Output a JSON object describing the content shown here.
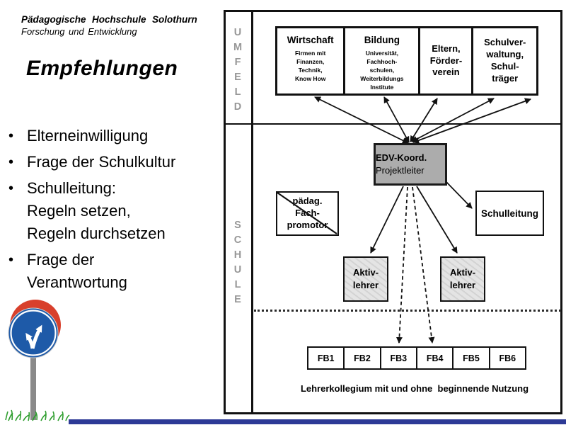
{
  "slide": {
    "institution": {
      "line1": "Pädagogische Hochschule Solothurn",
      "line2": "Forschung und Entwicklung"
    },
    "title": "Empfehlungen",
    "bullets": [
      {
        "lines": [
          "Elterneinwilligung"
        ]
      },
      {
        "lines": [
          "Frage der Schulkultur"
        ]
      },
      {
        "lines": [
          "Schulleitung:",
          "Regeln setzen,",
          "Regeln durchsetzen"
        ]
      },
      {
        "lines": [
          "Frage der",
          "Verantwortung"
        ]
      }
    ]
  },
  "diagram": {
    "zone_labels": {
      "umfeld": [
        "U",
        "M",
        "F",
        "E",
        "L",
        "D"
      ],
      "schule": [
        "S",
        "C",
        "H",
        "U",
        "L",
        "E"
      ]
    },
    "top_boxes": [
      {
        "title": "Wirtschaft",
        "lines": [
          "Firmen mit",
          "Finanzen,",
          "Technik,",
          "Know How"
        ]
      },
      {
        "title": "Bildung",
        "lines": [
          "Universität,",
          "Fachhoch-",
          "schulen,",
          "Weiterbildungs",
          "Institute"
        ]
      },
      {
        "title": "",
        "lines": [
          "Eltern,",
          "Förder-",
          "verein"
        ]
      },
      {
        "title": "",
        "lines": [
          "Schulver-",
          "waltung,",
          "Schul-",
          "träger"
        ]
      }
    ],
    "edv_box": {
      "lines": [
        "EDV-Koord.",
        "Projektleiter"
      ]
    },
    "promotor_box": {
      "lines": [
        "pädag.",
        "Fach-",
        "promotor"
      ],
      "crossed_out": true
    },
    "schulleitung_box": {
      "label": "Schulleitung"
    },
    "aktiv_boxes": [
      {
        "lines": [
          "Aktiv-",
          "lehrer"
        ]
      },
      {
        "lines": [
          "Aktiv-",
          "lehrer"
        ]
      }
    ],
    "fb_cells": [
      "FB1",
      "FB2",
      "FB3",
      "FB4",
      "FB5",
      "FB6"
    ],
    "caption": "Lehrerkollegium mit und ohne  beginnende Nutzung"
  },
  "illustration": {
    "description": "road sign with forking direction arrows on a pole in grass"
  },
  "colors": {
    "sign_red": "#D8402C",
    "sign_blue": "#1E5AA8",
    "pole_gray": "#8A8A8A",
    "grass_green": "#2E9E2E",
    "edv_box_fill": "#ACACAC",
    "aktiv_box_fill": "#E4E4E4",
    "zone_label_gray": "#979797",
    "footer_bar_blue": "#2D3A96",
    "line_black": "#111111"
  }
}
